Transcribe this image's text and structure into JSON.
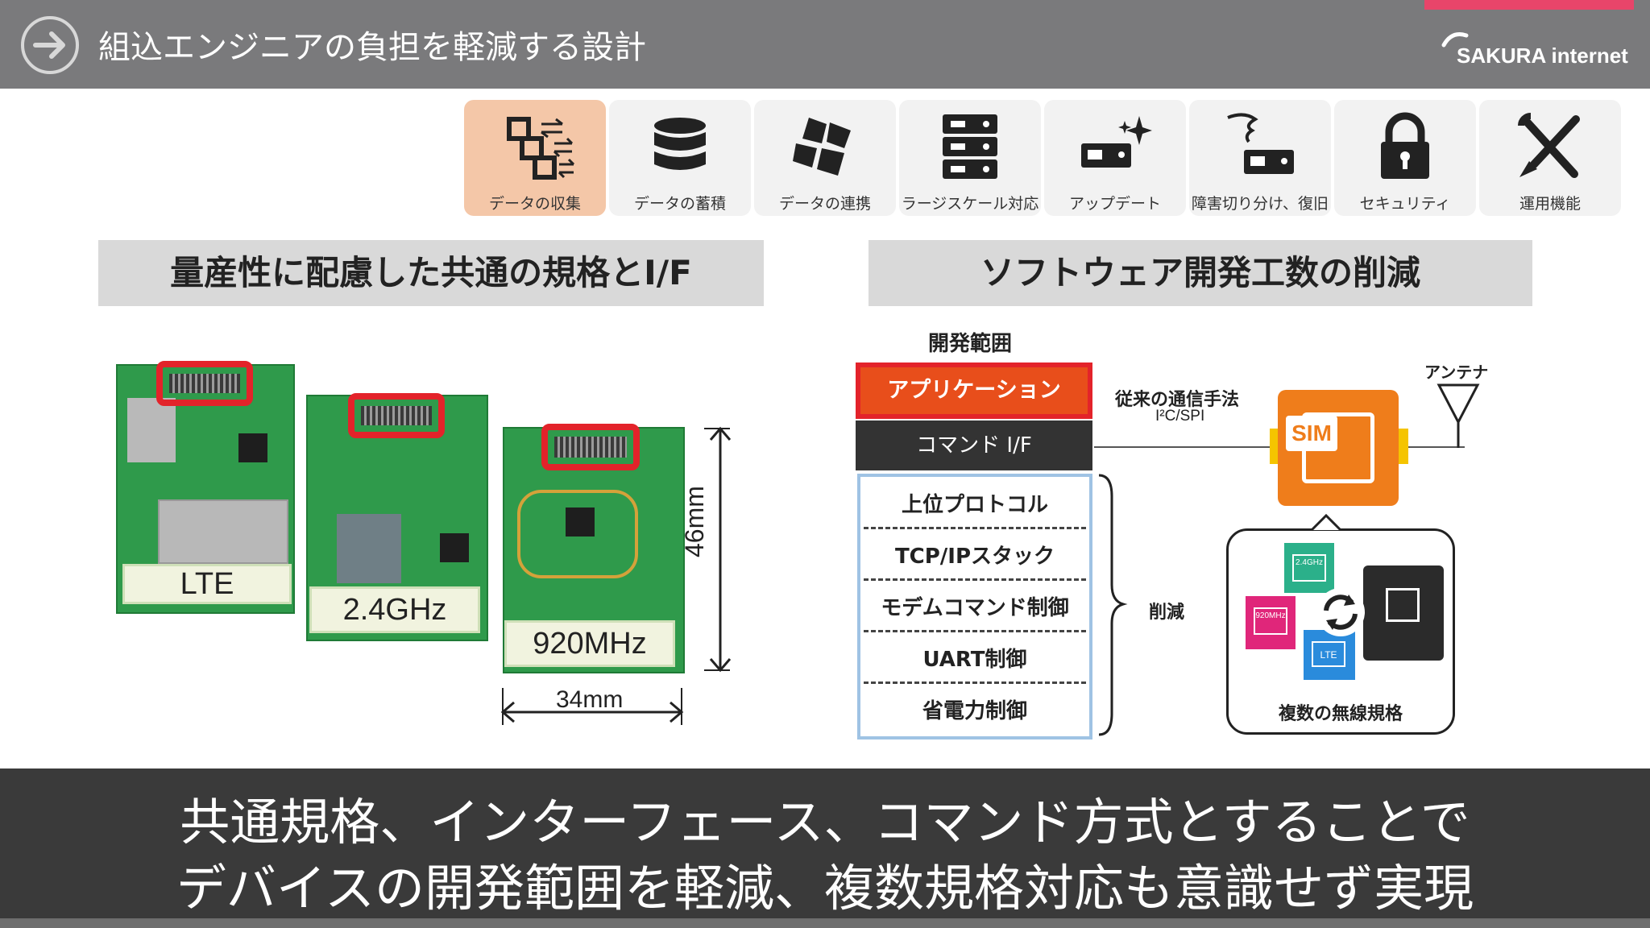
{
  "header": {
    "title": "組込エンジニアの負担を軽減する設計",
    "brand": "SAKURA internet",
    "accent_color": "#e8456a"
  },
  "features": [
    {
      "label": "データの収集",
      "icon": "chip-transfer-icon",
      "active": true
    },
    {
      "label": "データの蓄積",
      "icon": "database-icon",
      "active": false
    },
    {
      "label": "データの連携",
      "icon": "puzzle-icon",
      "active": false
    },
    {
      "label": "ラージスケール対応",
      "icon": "server-rack-icon",
      "active": false
    },
    {
      "label": "アップデート",
      "icon": "device-sparkle-icon",
      "active": false
    },
    {
      "label": "障害切り分け、復旧",
      "icon": "device-tornado-icon",
      "active": false
    },
    {
      "label": "セキュリティ",
      "icon": "lock-icon",
      "active": false
    },
    {
      "label": "運用機能",
      "icon": "tools-icon",
      "active": false
    }
  ],
  "left_section": {
    "title": "量産性に配慮した共通の規格とI/F",
    "boards": [
      "LTE",
      "2.4GHz",
      "920MHz"
    ],
    "dim_height": "46mm",
    "dim_width": "34mm"
  },
  "right_section": {
    "title": "ソフトウェア開発工数の削減",
    "scope_label": "開発範囲",
    "app_layer": "アプリケーション",
    "command_layer": "コマンド I/F",
    "reduced_layers": [
      "上位プロトコル",
      "TCP/IPスタック",
      "モデムコマンド制御",
      "UART制御",
      "省電力制御"
    ],
    "reduce_label": "削減",
    "conventional_label": "従来の通信手法",
    "conventional_sub": "I²C/SPI",
    "antenna_label": "アンテナ",
    "sim_label": "SIM",
    "multi_label": "複数の無線規格",
    "mini_chips": [
      "2.4GHz",
      "920MHz",
      "LTE"
    ]
  },
  "footer": {
    "line1": "共通規格、インターフェース、コマンド方式とすることで",
    "line2": "デバイスの開発範囲を軽減、複数規格対応も意識せず実現"
  }
}
